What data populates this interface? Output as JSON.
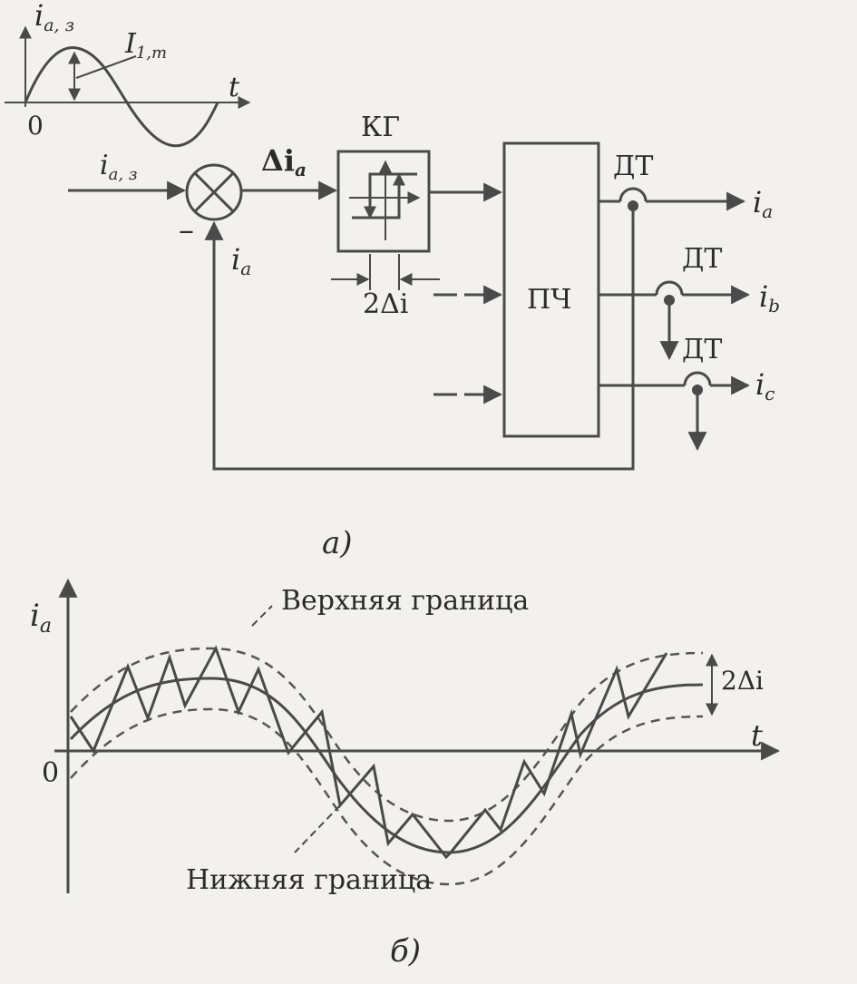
{
  "diagram_a": {
    "caption": "а)",
    "inset": {
      "y_label": "i",
      "y_label_sub": "a, з",
      "amp_label": "I",
      "amp_label_sub": "1,m",
      "x_label": "t",
      "origin": "0"
    },
    "input_label": "i",
    "input_label_sub": "a, з",
    "minus_sign": "–",
    "error_label": "Δi",
    "error_label_sub": "a",
    "feedback_label": "i",
    "feedback_label_sub": "a",
    "comparator_block": "КГ",
    "hysteresis_label": "2Δi",
    "converter_block": "ПЧ",
    "sensors": [
      "ДТ",
      "ДТ",
      "ДТ"
    ],
    "outputs": [
      {
        "label": "i",
        "sub": "a"
      },
      {
        "label": "i",
        "sub": "b"
      },
      {
        "label": "i",
        "sub": "c"
      }
    ]
  },
  "diagram_b": {
    "caption": "б)",
    "y_label": "i",
    "y_label_sub": "a",
    "x_label": "t",
    "origin": "0",
    "upper_bound_label": "Верхняя граница",
    "lower_bound_label": "Нижняя граница",
    "band_label": "2Δi"
  }
}
